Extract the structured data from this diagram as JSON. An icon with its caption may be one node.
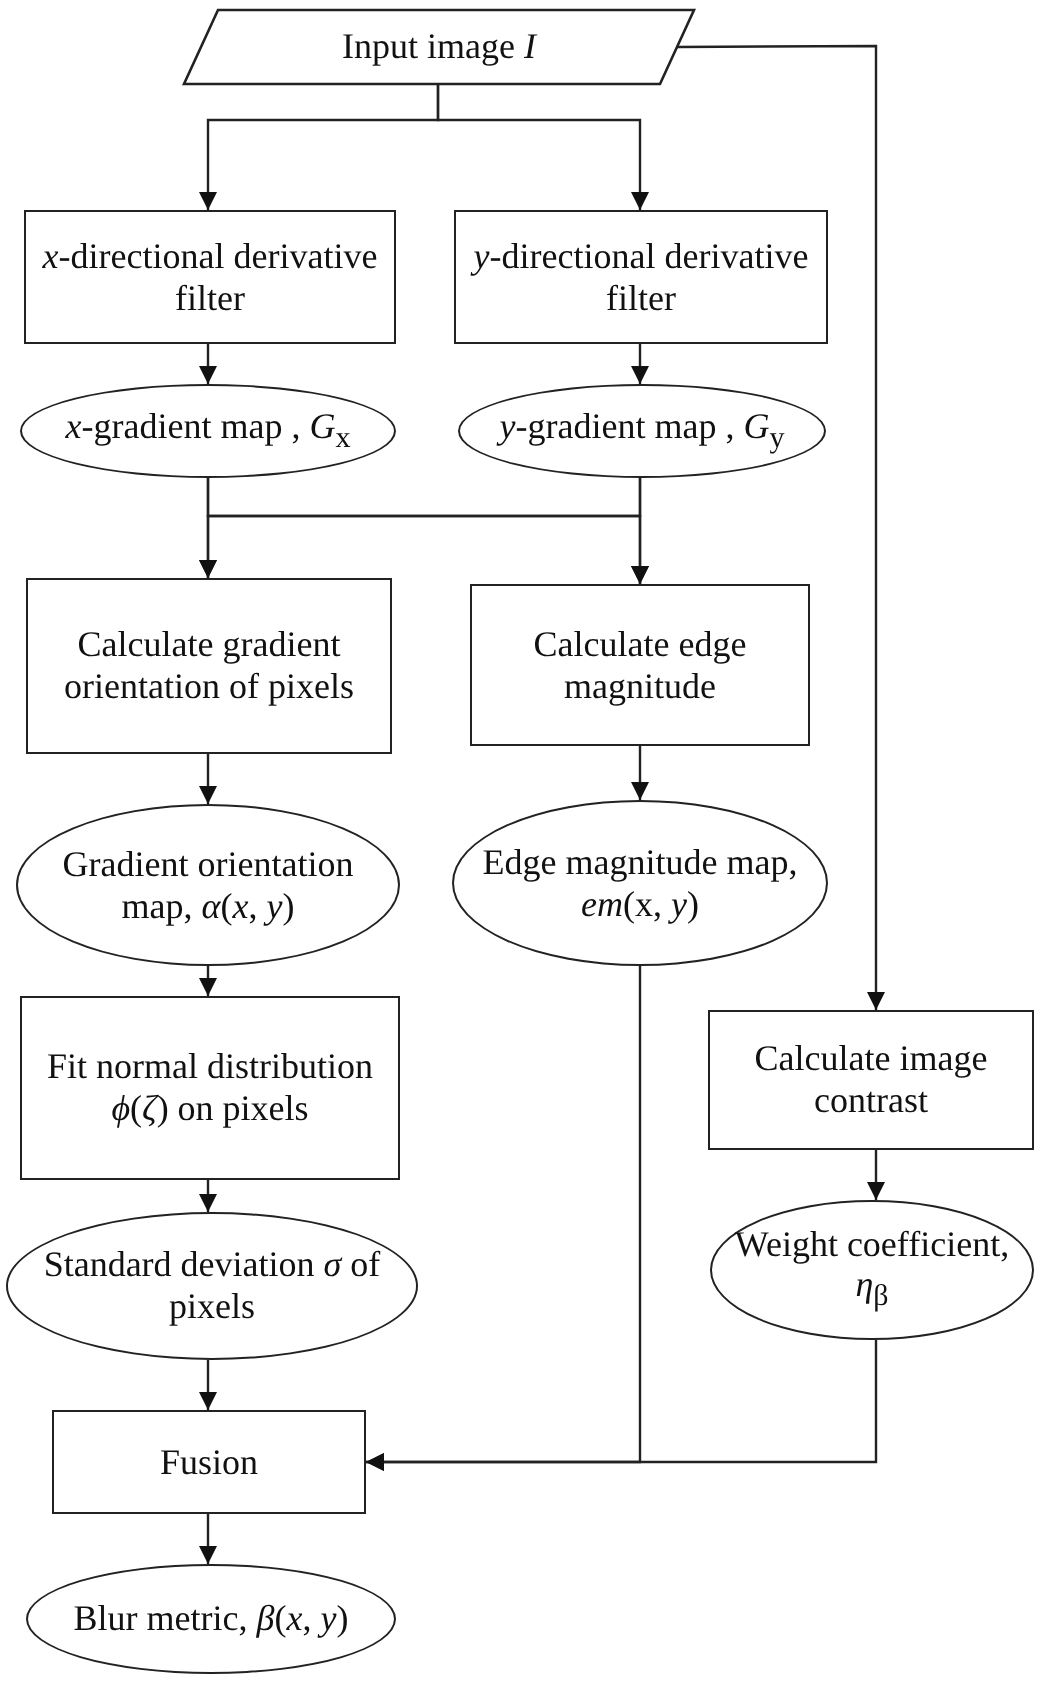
{
  "diagram": {
    "nodes": [
      {
        "text": [
          "Input image *I*"
        ]
      },
      {
        "text": [
          "*x*-directional derivative filter"
        ]
      },
      {
        "text": [
          "*y*-directional derivative filter"
        ]
      },
      {
        "text": [
          "*x*-gradient map , *G*$_{x}$"
        ]
      },
      {
        "text": [
          "*y*-gradient map , *G*$_{y}$"
        ]
      },
      {
        "text": [
          "Calculate gradient orientation of pixels"
        ]
      },
      {
        "text": [
          "Calculate edge magnitude"
        ]
      },
      {
        "text": [
          "Gradient orientation map, *α*(*x*, *y*)"
        ]
      },
      {
        "text": [
          "Edge magnitude map, *em*(x, *y*)"
        ]
      },
      {
        "text": [
          "Fit normal distribution *ϕ*(*ζ*) on pixels"
        ]
      },
      {
        "text": [
          "Calculate image contrast"
        ]
      },
      {
        "text": [
          "Standard deviation *σ* of pixels"
        ]
      },
      {
        "text": [
          "Weight coefficient, *η*$_{β}$"
        ]
      },
      {
        "text": [
          "Fusion"
        ]
      },
      {
        "text": [
          "Blur metric, *β*(*x*, *y*)"
        ]
      }
    ],
    "edges": [
      {
        "from": 0,
        "to": 1,
        "arrow": "to"
      },
      {
        "from": 0,
        "to": 2,
        "arrow": "to"
      },
      {
        "from": 0,
        "to": 10,
        "arrow": "to"
      },
      {
        "from": 1,
        "to": 3,
        "arrow": "to"
      },
      {
        "from": 2,
        "to": 4,
        "arrow": "to"
      },
      {
        "from": 3,
        "to": 5,
        "arrow": "to"
      },
      {
        "from": 3,
        "to": 6,
        "arrow": "to"
      },
      {
        "from": 4,
        "to": 5,
        "arrow": "to"
      },
      {
        "from": 4,
        "to": 6,
        "arrow": "to"
      },
      {
        "from": 5,
        "to": 7,
        "arrow": "to"
      },
      {
        "from": 6,
        "to": 8,
        "arrow": "to"
      },
      {
        "from": 7,
        "to": 9,
        "arrow": "to"
      },
      {
        "from": 9,
        "to": 11,
        "arrow": "to"
      },
      {
        "from": 11,
        "to": 13,
        "arrow": "to"
      },
      {
        "from": 8,
        "to": 13,
        "arrow": "to"
      },
      {
        "from": 12,
        "to": 13,
        "arrow": "to"
      },
      {
        "from": 10,
        "to": 12,
        "arrow": "to"
      },
      {
        "from": 13,
        "to": 14,
        "arrow": "to"
      }
    ]
  }
}
